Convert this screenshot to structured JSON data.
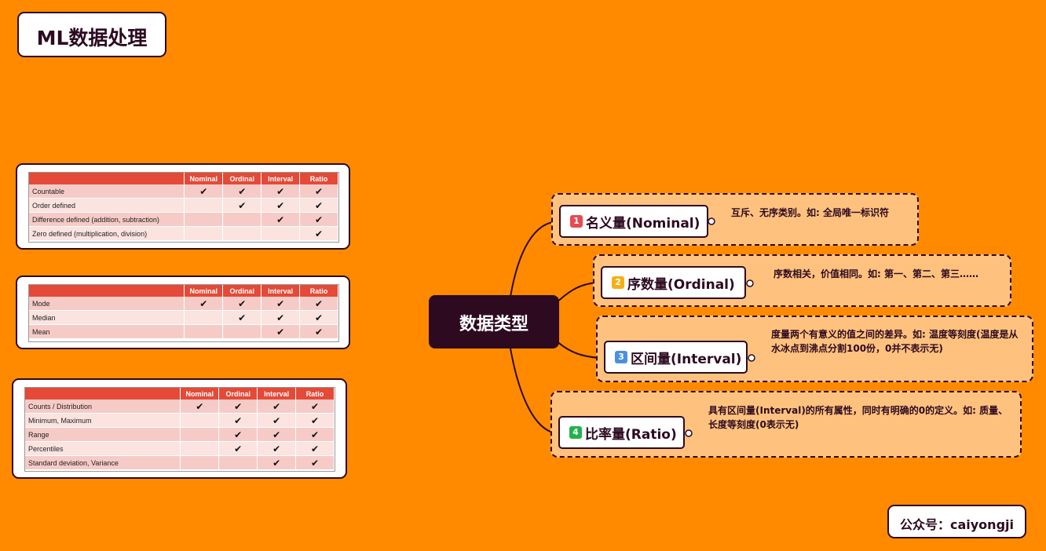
{
  "title": "ML数据处理",
  "footer": "公众号：caiyongji",
  "root": "数据类型",
  "colors": {
    "background": "#ff8a00",
    "dark": "#2d0a20",
    "group_fill": "#ffc27e",
    "table_header": "#e44a37",
    "badge_1": "#e84a50",
    "badge_2": "#f5b017",
    "badge_3": "#4a8fe0",
    "badge_4": "#22b24c"
  },
  "branches": [
    {
      "num": "1",
      "label": "名义量(Nominal)",
      "desc": "互斥、无序类别。如: 全局唯一标识符"
    },
    {
      "num": "2",
      "label": "序数量(Ordinal)",
      "desc": "序数相关，价值相同。如: 第一、第二、第三……"
    },
    {
      "num": "3",
      "label": "区间量(Interval)",
      "desc": "度量两个有意义的值之间的差异。如: 温度等刻度(温度是从水冰点到沸点分割100份，0并不表示无)"
    },
    {
      "num": "4",
      "label": "比率量(Ratio)",
      "desc": "具有区间量(Interval)的所有属性，同时有明确的0的定义。如: 质量、长度等刻度(0表示无)"
    }
  ],
  "tables": [
    {
      "headers": [
        "",
        "Nominal",
        "Ordinal",
        "Interval",
        "Ratio"
      ],
      "rows": [
        [
          "Countable",
          "✔",
          "✔",
          "✔",
          "✔"
        ],
        [
          "Order defined",
          "",
          "✔",
          "✔",
          "✔"
        ],
        [
          "Difference defined (addition, subtraction)",
          "",
          "",
          "✔",
          "✔"
        ],
        [
          "Zero defined (multiplication, division)",
          "",
          "",
          "",
          "✔"
        ]
      ]
    },
    {
      "headers": [
        "",
        "Nominal",
        "Ordinal",
        "Interval",
        "Ratio"
      ],
      "rows": [
        [
          "Mode",
          "✔",
          "✔",
          "✔",
          "✔"
        ],
        [
          "Median",
          "",
          "✔",
          "✔",
          "✔"
        ],
        [
          "Mean",
          "",
          "",
          "✔",
          "✔"
        ]
      ]
    },
    {
      "headers": [
        "",
        "Nominal",
        "Ordinal",
        "Interval",
        "Ratio"
      ],
      "rows": [
        [
          "Counts / Distribution",
          "✔",
          "✔",
          "✔",
          "✔"
        ],
        [
          "Minimum, Maximum",
          "",
          "✔",
          "✔",
          "✔"
        ],
        [
          "Range",
          "",
          "✔",
          "✔",
          "✔"
        ],
        [
          "Percentiles",
          "",
          "✔",
          "✔",
          "✔"
        ],
        [
          "Standard deviation, Variance",
          "",
          "",
          "✔",
          "✔"
        ]
      ]
    }
  ]
}
